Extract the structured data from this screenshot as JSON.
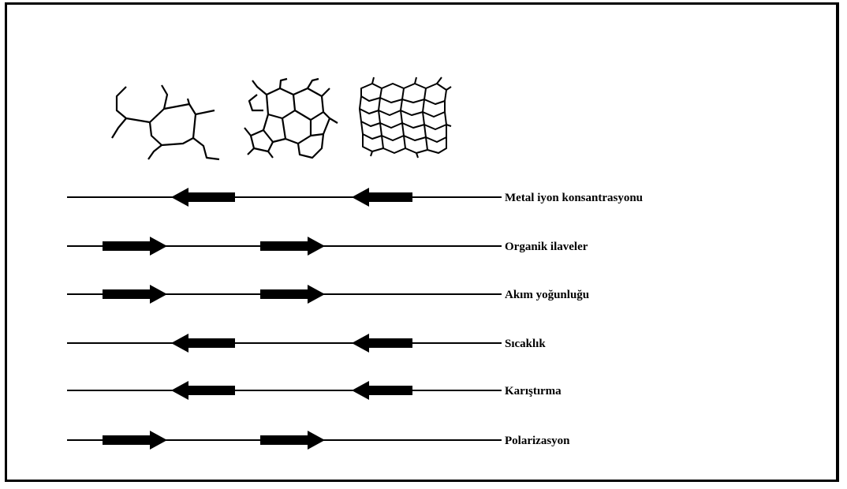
{
  "rows": [
    {
      "label": "Metal iyon konsantrasyonu",
      "direction": "left"
    },
    {
      "label": "Organik ilaveler",
      "direction": "right"
    },
    {
      "label": "Akım yoğunluğu",
      "direction": "right"
    },
    {
      "label": "Sıcaklık",
      "direction": "left"
    },
    {
      "label": "Karıştırma",
      "direction": "left"
    },
    {
      "label": "Polarizasyon",
      "direction": "right"
    }
  ],
  "grain_sizes": [
    "coarse",
    "medium",
    "fine"
  ],
  "colors": {
    "line": "#000000",
    "background": "#ffffff"
  }
}
